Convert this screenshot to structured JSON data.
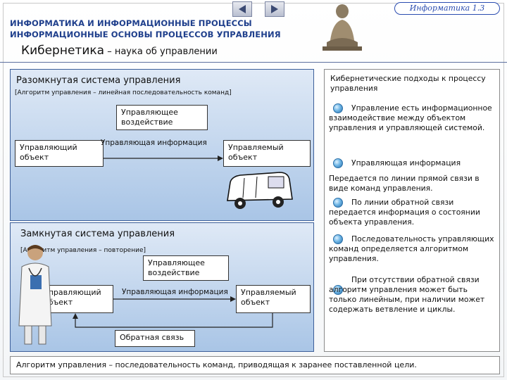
{
  "header": {
    "line1": "ИНФОРМАТИКА И ИНФОРМАЦИОННЫЕ ПРОЦЕССЫ",
    "line2": "ИНФОРМАЦИОННЫЕ ОСНОВЫ ПРОЦЕССОВ УПРАВЛЕНИЯ",
    "badge": "Информатика 1.3"
  },
  "title": {
    "main": "Кибернетика",
    "sub": " – наука об управлении"
  },
  "open_system": {
    "title": "Разомкнутая система управления",
    "note": "[Алгоритм управления – линейная последовательность команд]",
    "action_box": "Управляющее воздействие",
    "controller_box": "Управляющий объект",
    "info_label": "Управляющая информация",
    "controlled_box": "Управляемый объект"
  },
  "closed_system": {
    "title": "Замкнутая система управления",
    "note": "[Алгоритм управления – повторение]",
    "action_box": "Управляющее воздействие",
    "controller_box": "Управляющий объект",
    "info_label": "Управляющая информация",
    "controlled_box": "Управляемый объект",
    "feedback_box": "Обратная связь"
  },
  "side": {
    "heading": "Кибернетические подходы к процессу управления",
    "items": [
      "Управление есть информационное взаимодействие между объектом управления и управляющей системой.",
      "Управляющая информация",
      "Передается по линии прямой связи в виде команд управления.",
      "По линии обратной связи передается информация о состоянии объекта управления.",
      "Последовательность управляющих команд определяется алгоритмом управления.",
      "При отсутствии обратной связи алгоритм управления может быть только линейным, при наличии может содержать ветвление и циклы."
    ]
  },
  "footer": "Алгоритм управления – последовательность команд, приводящая к заранее поставленной цели."
}
